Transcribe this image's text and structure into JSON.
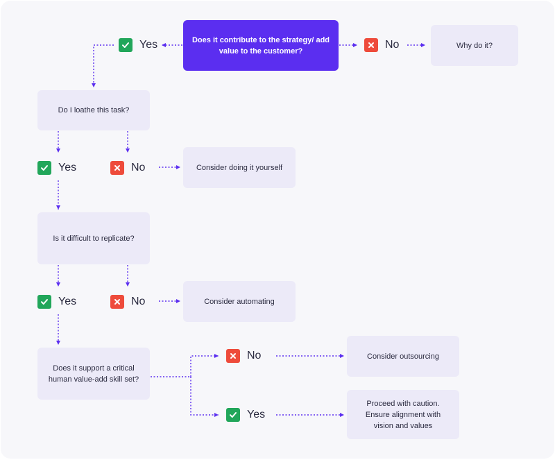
{
  "colors": {
    "accent": "#5b2ef0",
    "connector": "#5b2ef0",
    "yes": "#21a65a",
    "no": "#ee4b3b",
    "box": "#eceaf8",
    "background": "#f7f7fa"
  },
  "nodes": {
    "q1": "Does it contribute to the strategy/ add value to the customer?",
    "why": "Why do it?",
    "q2": "Do I loathe this task?",
    "diy": "Consider doing it yourself",
    "q3": "Is it difficult to replicate?",
    "automate": "Consider automating",
    "q4": "Does it support a critical human value-add skill set?",
    "outsource": "Consider outsourcing",
    "caution": "Proceed with caution. Ensure alignment with vision and values"
  },
  "answers": {
    "yes": "Yes",
    "no": "No"
  },
  "icons": {
    "yes": "check-icon",
    "no": "cross-icon"
  }
}
